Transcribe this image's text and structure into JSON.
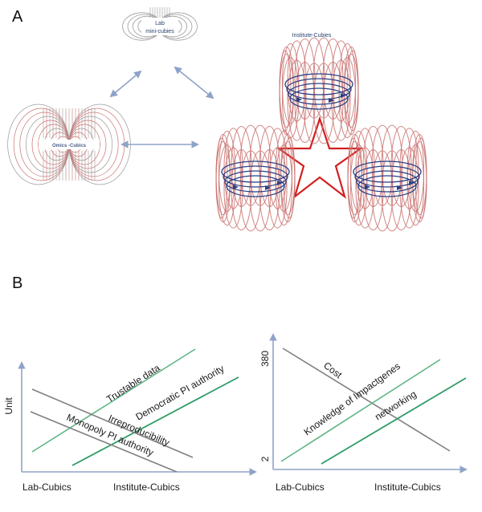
{
  "panel_a": {
    "letter": "A",
    "lab_label_1": "Lab",
    "lab_label_2": "mini-cubies",
    "omics_label": "Omics -Cubics",
    "institute_label": "Institute-Cubies"
  },
  "panel_b": {
    "letter": "B",
    "left_chart": {
      "ylabel": "Unit",
      "x_start_label": "Lab-Cubics",
      "x_end_label": "Institute-Cubics",
      "lines": {
        "trustable": "Trustable data",
        "democratic": "Democratic PI authority",
        "irreproducibility": "Irreproducibility",
        "monopoly": "Monopoly PI authority"
      }
    },
    "right_chart": {
      "y_top_tick": "380",
      "y_bottom_tick": "2",
      "x_start_label": "Lab-Cubics",
      "x_end_label": "Institute-Cubics",
      "lines": {
        "cost": "Cost",
        "knowledge": "Knowledge of Impactgenes",
        "networking": "networking"
      }
    }
  },
  "colors": {
    "field_red": "#c9716f",
    "field_gray": "#9a9a9a",
    "field_blue": "#2b3f82",
    "star_red": "#d21f1f",
    "axis_blue": "#8fa3c8",
    "line_gray": "#808080",
    "line_green": "#5fb585"
  }
}
